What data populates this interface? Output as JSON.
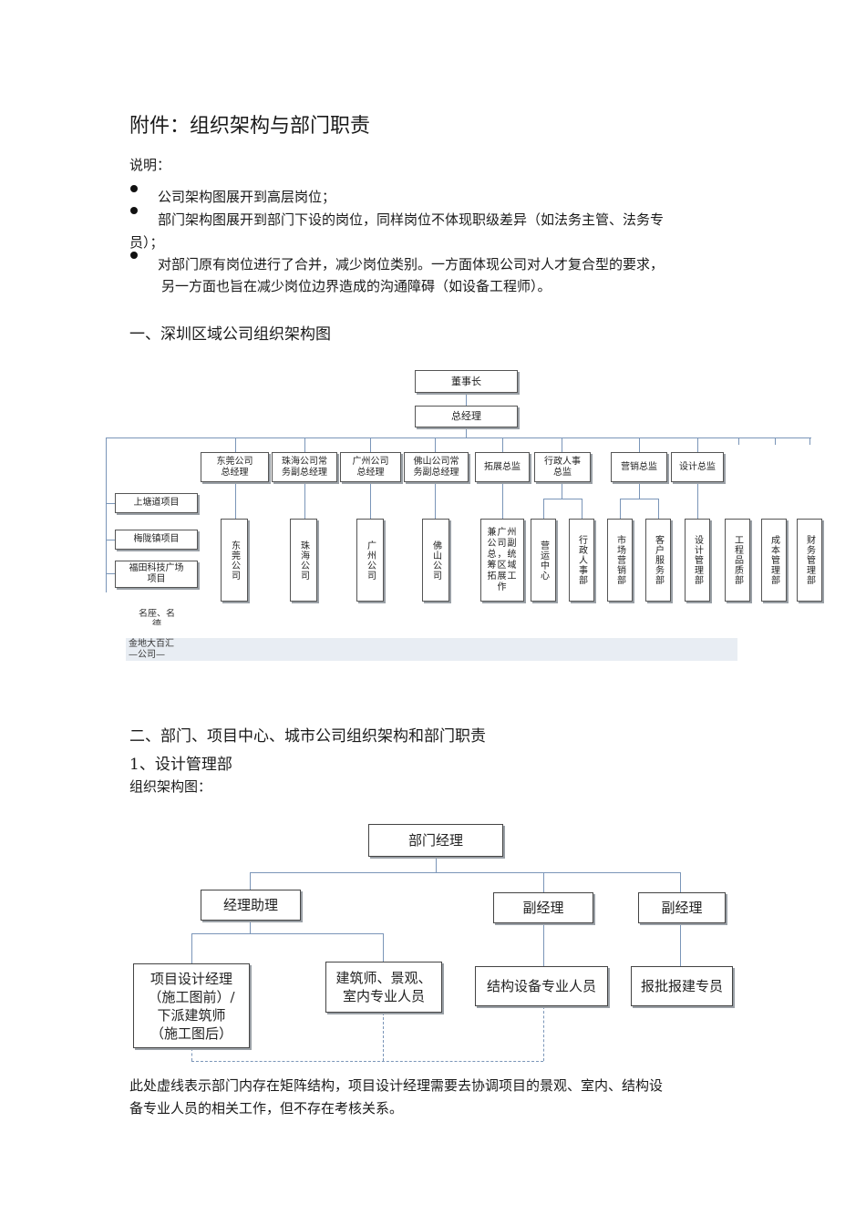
{
  "title": "附件：组织架构与部门职责",
  "intro_label": "说明：",
  "bullets": [
    "公司架构图展开到高层岗位；",
    "部门架构图展开到部门下设的岗位，同样岗位不体现职级差异（如法务主管、法务专",
    "对部门原有岗位进行了合并，减少岗位类别。一方面体现公司对人才复合型的要求，"
  ],
  "bullet2_cont": "员）；",
  "bullet3_cont": "另一方面也旨在减少岗位边界造成的沟通障碍（如设备工程师）。",
  "section1_heading": "一、深圳区域公司组织架构图",
  "org1": {
    "chairman": "董事长",
    "gm": "总经理",
    "level2": [
      "东莞公司\n总经理",
      "珠海公司常\n务副总经理",
      "广州公司\n总经理",
      "佛山公司常\n务副总经理",
      "拓展总监",
      "行政人事\n总监",
      "营销总监",
      "设计总监"
    ],
    "projects": [
      "上塘道项目",
      "梅陇镇项目",
      "福田科技广场\n项目",
      "名座、名\n德"
    ],
    "leaves": [
      "东莞公司",
      "珠海公司",
      "广州公司",
      "佛山公司",
      "兼广州\n公司副\n总，统\n筹区域\n拓展工\n作",
      "营运中心",
      "行政人事部",
      "市场营销部",
      "客户服务部",
      "设计管理部",
      "工程品质部",
      "成本管理部",
      "财务管理部"
    ],
    "footer_line1": "金地大百汇",
    "footer_line2": "—公司—"
  },
  "section2_heading": "二、部门、项目中心、城市公司组织架构和部门职责",
  "sub1_heading": "1、设计管理部",
  "chart_label": "组织架构图：",
  "org2": {
    "manager": "部门经理",
    "assistant": "经理助理",
    "deputy1": "副经理",
    "deputy2": "副经理",
    "leaf1": "项目设计经理\n（施工图前）/\n下派建筑师\n（施工图后）",
    "leaf2": "建筑师、景观、\n室内专业人员",
    "leaf3": "结构设备专业人员",
    "leaf4": "报批报建专员"
  },
  "note_line1": "此处虚线表示部门内存在矩阵结构，项目设计经理需要去协调项目的景观、室内、结构设",
  "note_line2": "备专业人员的相关工作，但不存在考核关系。"
}
